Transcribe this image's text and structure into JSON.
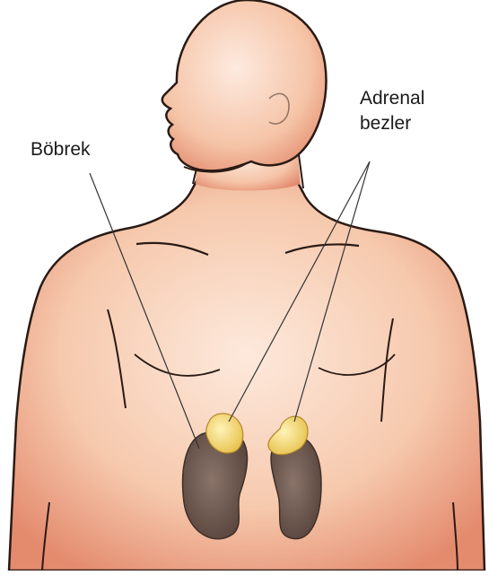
{
  "labels": {
    "kidney": "Böbrek",
    "adrenal_line1": "Adrenal",
    "adrenal_line2": "bezler"
  },
  "colors": {
    "skin": "#f4c6a8",
    "skin_shadow": "#e48b6e",
    "outline": "#2a1a14",
    "kidney": "#6e5a52",
    "adrenal_gland": "#f3d46a",
    "leader_line": "#333333"
  }
}
